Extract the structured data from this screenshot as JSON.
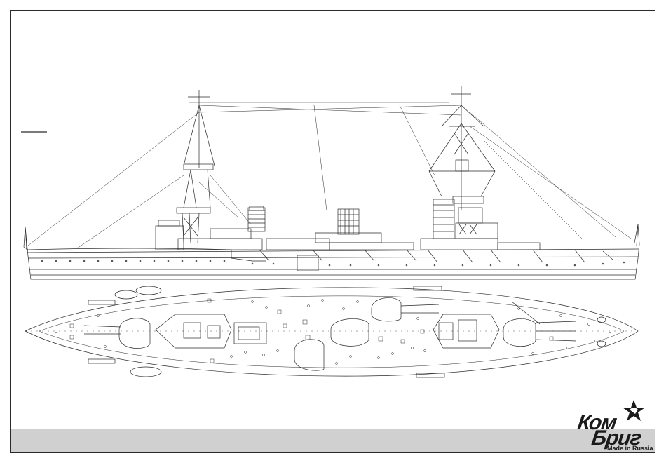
{
  "logo": {
    "line1": "Ком",
    "line2": "Бриг",
    "tagline": "Made in Russia",
    "brand_color": "#1a1a1a",
    "icon": "star-icon"
  },
  "colors": {
    "ink": "#2a2a2a",
    "band": "#d0d0d0",
    "paper": "#ffffff"
  }
}
